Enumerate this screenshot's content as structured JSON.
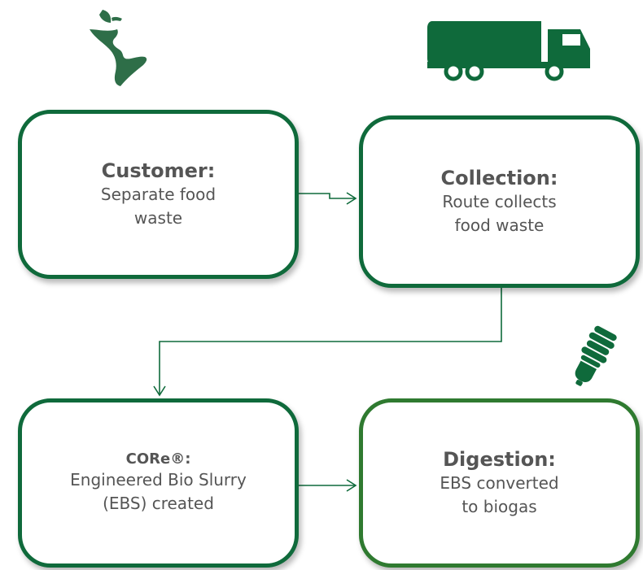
{
  "colors": {
    "dark_green": "#0f6a3b",
    "mid_green": "#2f7a30",
    "text_gray": "#555555"
  },
  "icons": [
    "apple-core-icon",
    "truck-icon",
    "light-bulb-icon"
  ],
  "boxes": {
    "customer": {
      "title": "Customer:",
      "body": "Separate food\nwaste"
    },
    "collection": {
      "title": "Collection:",
      "body": "Route collects\nfood waste"
    },
    "core": {
      "title": "CORe®:",
      "body": "Engineered Bio Slurry\n(EBS) created"
    },
    "digestion": {
      "title": "Digestion:",
      "body": "EBS converted\nto biogas"
    }
  }
}
